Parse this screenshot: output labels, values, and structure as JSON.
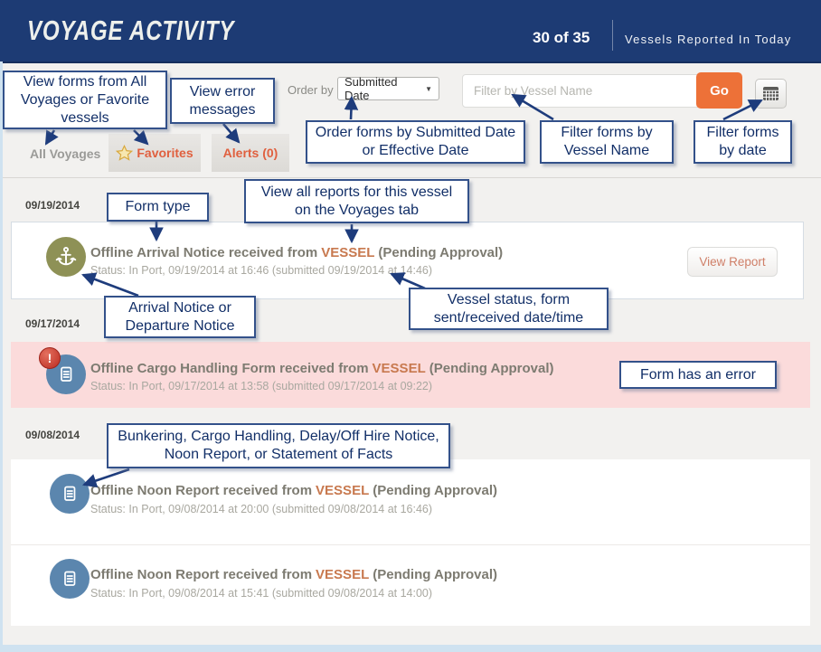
{
  "header": {
    "title": "VOYAGE ACTIVITY",
    "count": "30 of 35",
    "caption": "Vessels Reported In Today"
  },
  "toolbar": {
    "order_by_label": "Order by",
    "order_by_value": "Submitted Date",
    "filter_placeholder": "Filter by Vessel Name",
    "go_label": "Go"
  },
  "tabs": {
    "all_voyages": "All Voyages",
    "favorites": "Favorites",
    "alerts": "Alerts (0)"
  },
  "feed": {
    "sections": [
      {
        "date": "09/19/2014"
      },
      {
        "date": "09/17/2014"
      },
      {
        "date": "09/08/2014"
      }
    ],
    "rows": [
      {
        "icon": "anchor-icon",
        "prefix": "Offline Arrival Notice received from",
        "vessel": "VESSEL",
        "suffix": "(Pending Approval)",
        "status": "Status: In Port, 09/19/2014 at 16:46 (submitted 09/19/2014 at 14:46)",
        "action": "View Report",
        "error": false
      },
      {
        "icon": "document-icon",
        "prefix": "Offline Cargo Handling Form received from",
        "vessel": "VESSEL",
        "suffix": "(Pending Approval)",
        "status": "Status: In Port, 09/17/2014 at 13:58 (submitted 09/17/2014 at 09:22)",
        "error": true,
        "error_badge": "!"
      },
      {
        "icon": "document-icon",
        "prefix": "Offline Noon Report received from",
        "vessel": "VESSEL",
        "suffix": "(Pending Approval)",
        "status": "Status: In Port, 09/08/2014 at 20:00 (submitted 09/08/2014 at 16:46)",
        "error": false
      },
      {
        "icon": "document-icon",
        "prefix": "Offline Noon Report received from",
        "vessel": "VESSEL",
        "suffix": "(Pending Approval)",
        "status": "Status: In Port, 09/08/2014 at 15:41 (submitted 09/08/2014 at 14:00)",
        "error": false
      }
    ]
  },
  "callouts": {
    "view_forms": "View forms from All Voyages or Favorite vessels",
    "view_errors": "View error messages",
    "order_forms": "Order forms by Submitted Date or Effective Date",
    "filter_vessel": "Filter forms by Vessel Name",
    "filter_date": "Filter forms by date",
    "form_type": "Form type",
    "view_all_reports": "View all reports for this vessel on the Voyages tab",
    "arrival_departure": "Arrival Notice or Departure Notice",
    "vessel_status": "Vessel status, form sent/received date/time",
    "form_error": "Form has an error",
    "form_types": "Bunkering, Cargo Handling, Delay/Off Hire Notice, Noon Report, or Statement of Facts"
  },
  "icons": {
    "anchor": "anchor-icon",
    "document": "document-icon",
    "error_badge": "error-badge-icon",
    "star": "star-icon",
    "calendar": "calendar-icon",
    "dropdown_caret": "chevron-down-icon"
  },
  "colors": {
    "header_navy": "#1d3b74",
    "accent_orange": "#ed7138",
    "vessel_link": "#c8794f",
    "tab_text": "#e0603f",
    "error_row_bg": "#fbdbdb",
    "anchor_icon_bg": "#8e9156",
    "document_icon_bg": "#5b86ae",
    "callout_border": "#33518a",
    "callout_text": "#122f68",
    "frame_blue": "#cfe2f0"
  }
}
